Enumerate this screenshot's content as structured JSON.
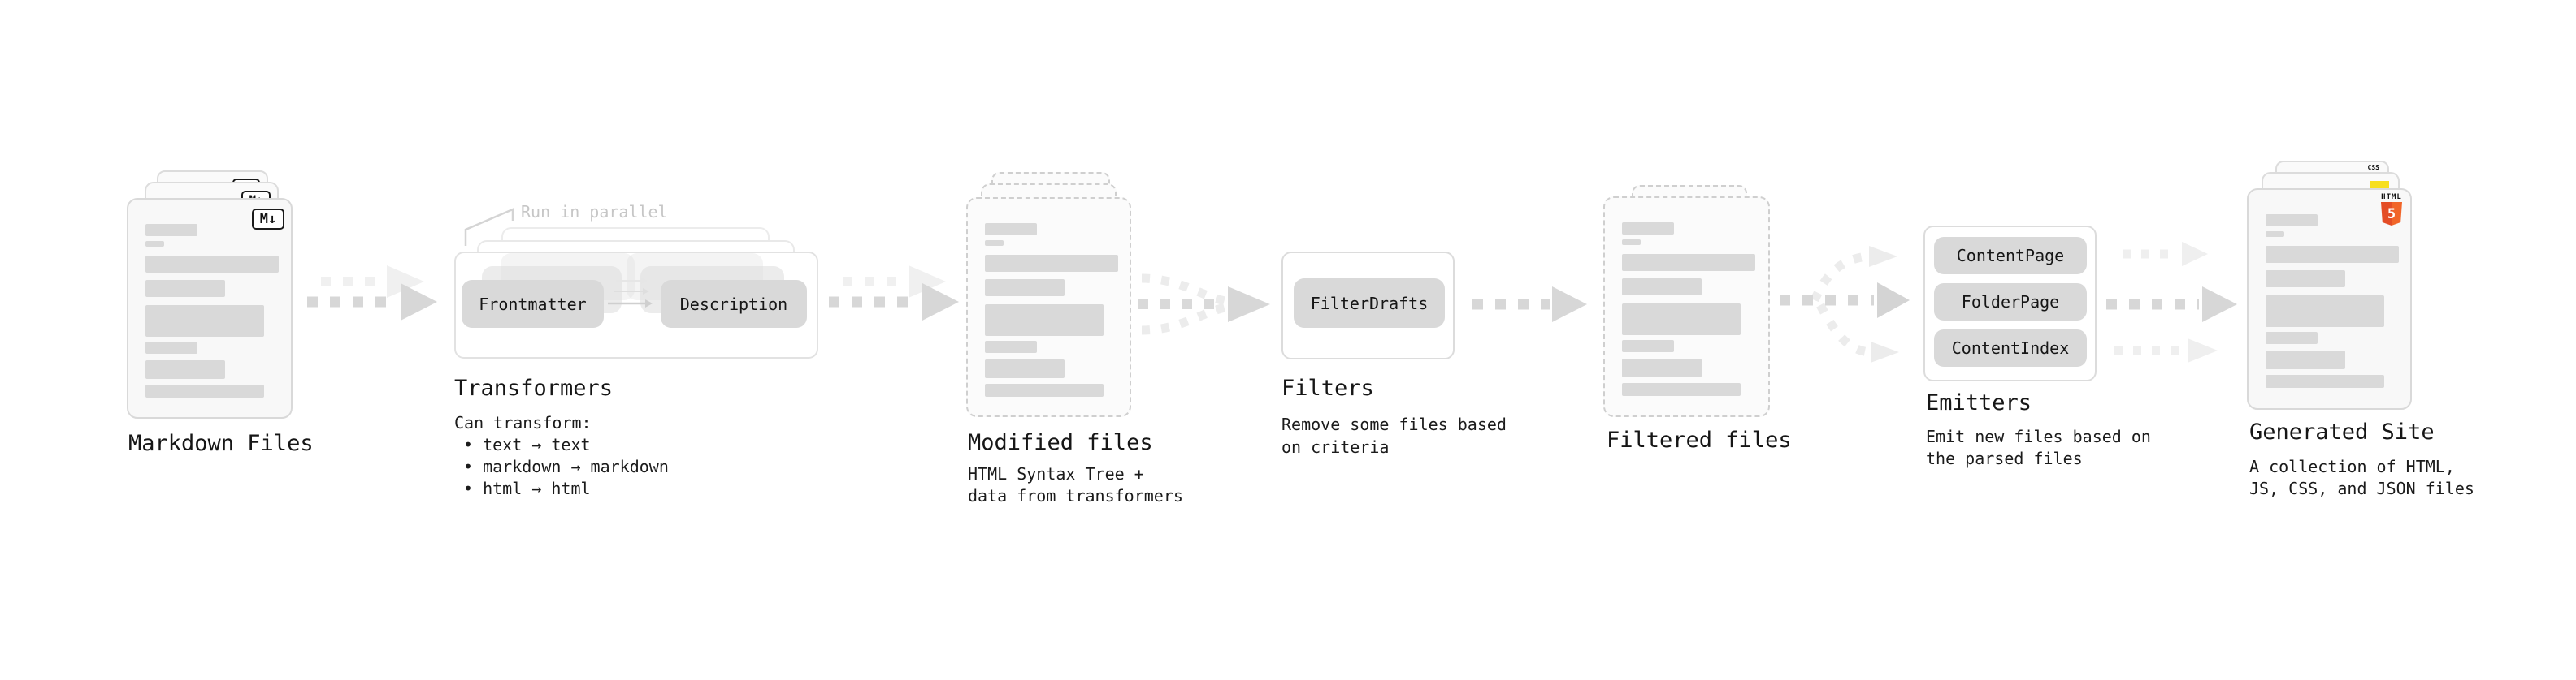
{
  "diagram": {
    "background": "#ffffff",
    "colors": {
      "text": "#1a1a1a",
      "muted_annotation": "#c6c6c6",
      "card_fill": "#f8f8f8",
      "card_border": "#d9d9d9",
      "pill_fill": "#d9d9d9",
      "frame_border": "#e2e2e2",
      "arrow_dark": "#d7d7d7",
      "arrow_light": "#efefef",
      "html5_orange": "#e44d26",
      "html5_orange_light": "#f16529",
      "js_yellow": "#f7df1e",
      "css_blue": "#2b63ea"
    },
    "stages": {
      "markdown_files": {
        "title": "Markdown Files",
        "badge": "M↓"
      },
      "transformers": {
        "title": "Transformers",
        "annotation": "Run in parallel",
        "pill_left": "Frontmatter",
        "pill_right": "Description",
        "desc_heading": "Can transform:",
        "bullets": [
          "• text → text",
          "• markdown → markdown",
          "• html → html"
        ]
      },
      "modified_files": {
        "title": "Modified files",
        "desc_line1": "HTML Syntax Tree +",
        "desc_line2": "data from transformers"
      },
      "filters": {
        "title": "Filters",
        "pill": "FilterDrafts",
        "desc_line1": "Remove some files based",
        "desc_line2": "on criteria"
      },
      "filtered_files": {
        "title": "Filtered files"
      },
      "emitters": {
        "title": "Emitters",
        "pills": [
          "ContentPage",
          "FolderPage",
          "ContentIndex"
        ],
        "desc_line1": "Emit new files based on",
        "desc_line2": "the parsed files"
      },
      "generated_site": {
        "title": "Generated Site",
        "desc_line1": "A collection of HTML,",
        "desc_line2": "JS, CSS, and JSON files",
        "html_badge_top": "HTML",
        "html_badge_number": "5",
        "css_badge": "CSS"
      }
    }
  }
}
